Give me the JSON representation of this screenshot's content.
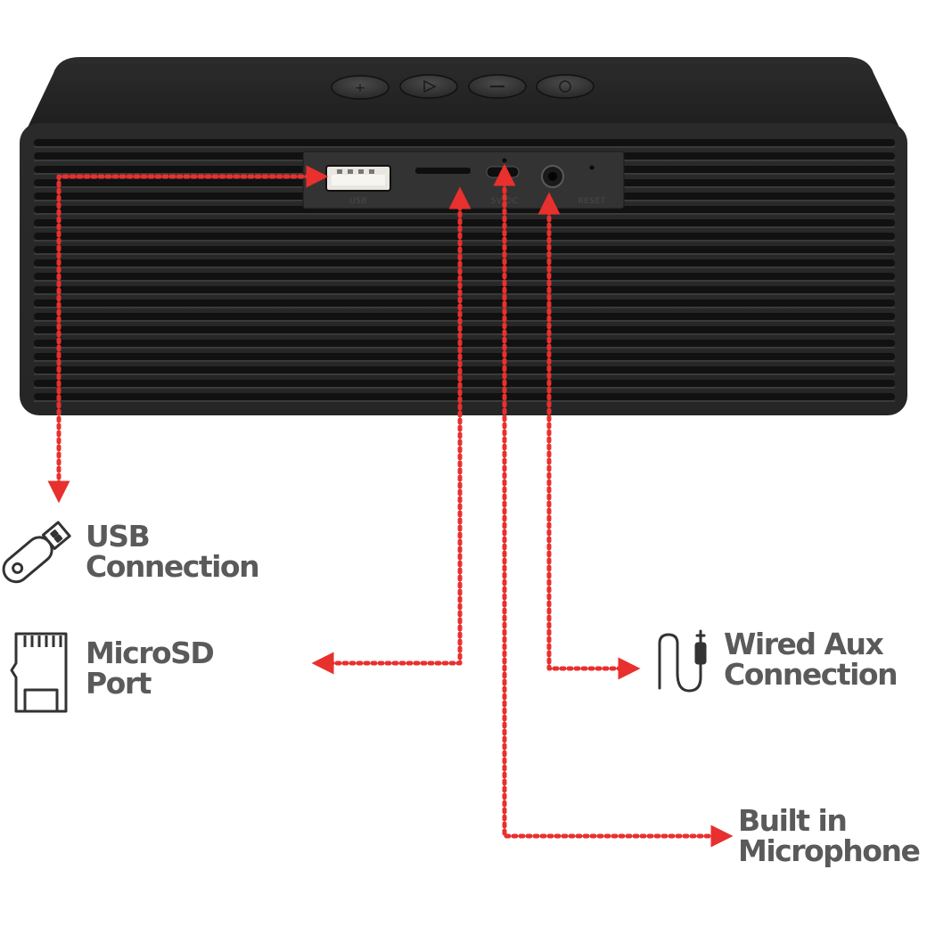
{
  "callouts": {
    "usb": {
      "line1": "USB",
      "line2": "Connection"
    },
    "microsd": {
      "line1": "MicroSD",
      "line2": "Port"
    },
    "aux": {
      "line1": "Wired Aux",
      "line2": "Connection"
    },
    "mic": {
      "line1": "Built in",
      "line2": "Microphone"
    }
  },
  "panel_labels": {
    "usb": "USB",
    "power": "5V/DC",
    "reset": "RESET"
  },
  "icons": [
    "usb-drive-icon",
    "microsd-card-icon",
    "aux-cable-icon"
  ],
  "colors": {
    "arrow": "#e8302e",
    "text": "#5a5a5a",
    "speaker": "#2a2a2a",
    "icon_stroke": "#333333"
  }
}
